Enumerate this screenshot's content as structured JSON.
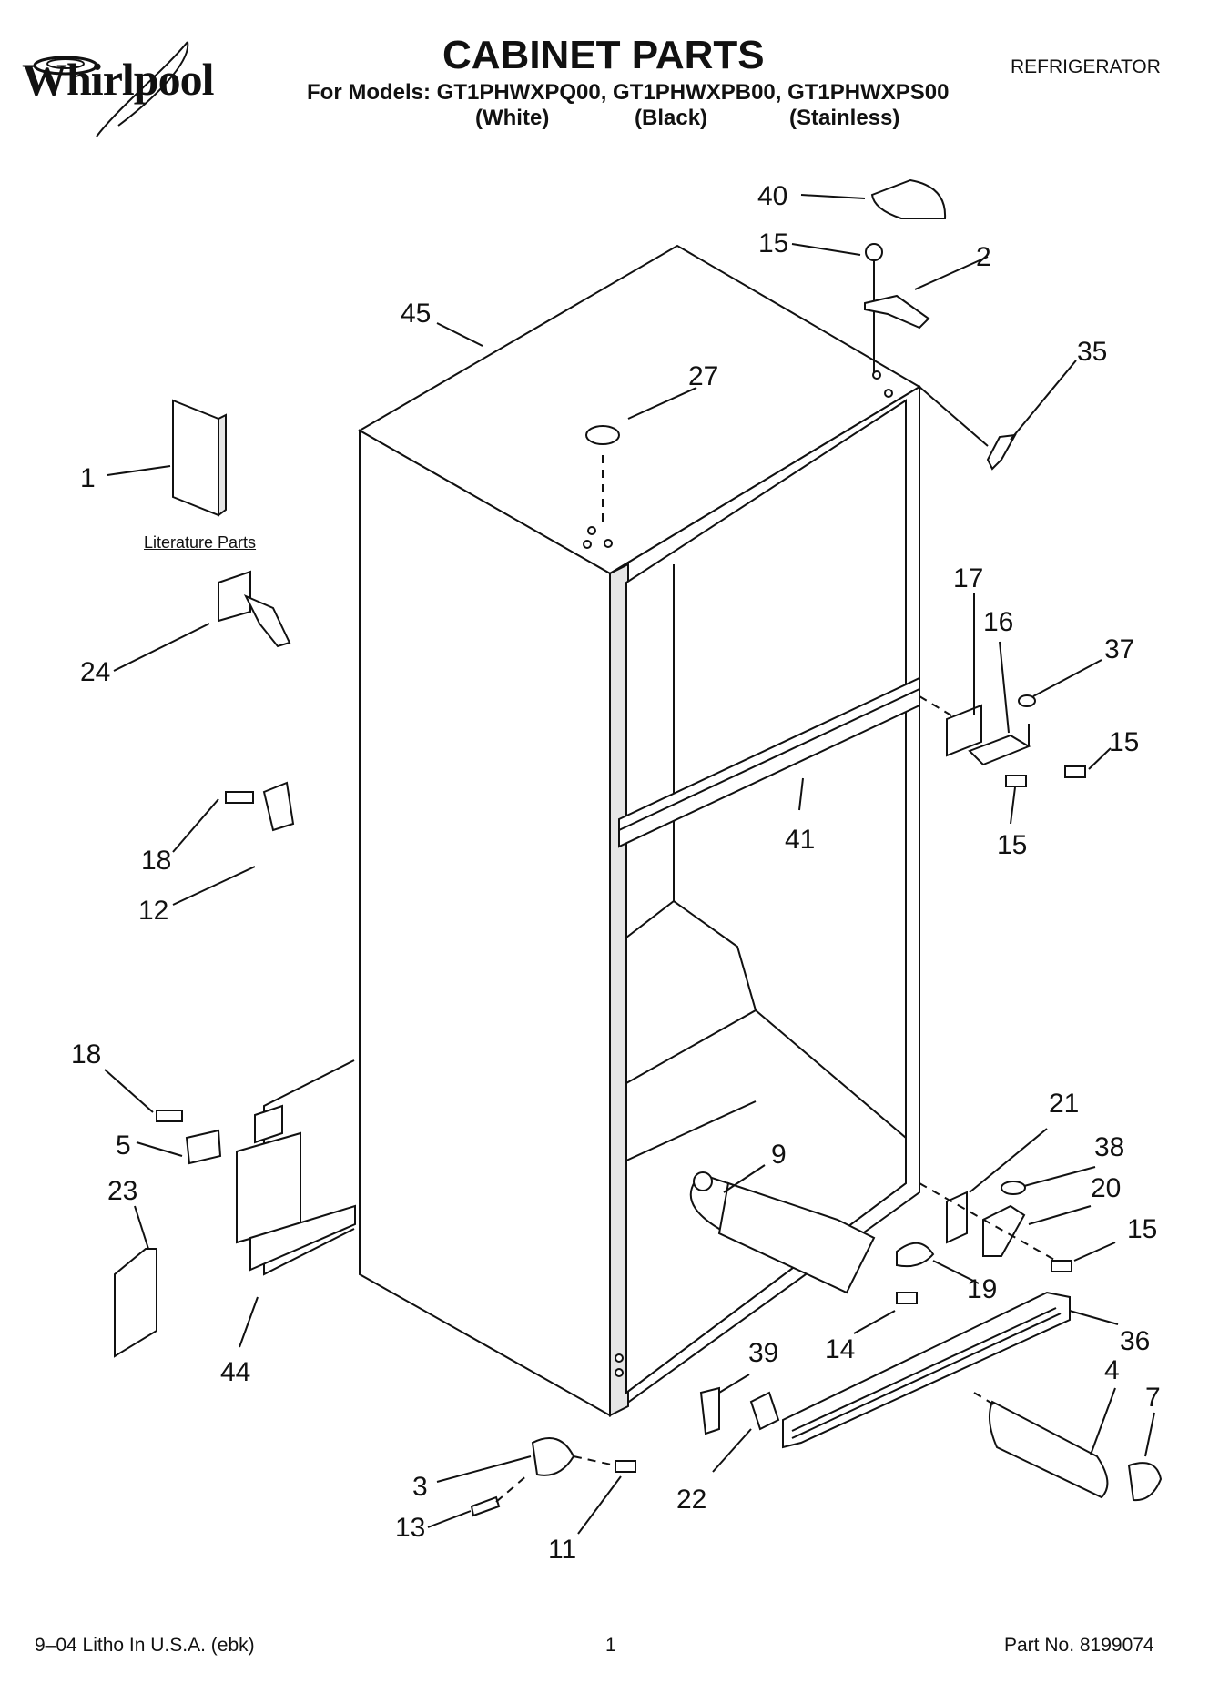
{
  "brand": {
    "logo_text": "Whirlpool"
  },
  "header": {
    "title": "CABINET PARTS",
    "subtitle": "For Models: GT1PHWXPQ00, GT1PHWXPB00, GT1PHWXPS00",
    "variants": [
      "(White)",
      "(Black)",
      "(Stainless)"
    ],
    "category": "REFRIGERATOR"
  },
  "diagram": {
    "literature_label": "Literature Parts",
    "callouts": {
      "c1": "1",
      "c2": "2",
      "c3": "3",
      "c4": "4",
      "c5": "5",
      "c7": "7",
      "c9": "9",
      "c11": "11",
      "c12": "12",
      "c13": "13",
      "c14": "14",
      "c15a": "15",
      "c15b": "15",
      "c15c": "15",
      "c15d": "15",
      "c16": "16",
      "c17": "17",
      "c18a": "18",
      "c18b": "18",
      "c19": "19",
      "c20": "20",
      "c21": "21",
      "c22": "22",
      "c23": "23",
      "c24": "24",
      "c27": "27",
      "c35": "35",
      "c36": "36",
      "c37": "37",
      "c38": "38",
      "c39": "39",
      "c40": "40",
      "c41": "41",
      "c44": "44",
      "c45": "45"
    }
  },
  "footer": {
    "left": "9–04 Litho In U.S.A. (ebk)",
    "page": "1",
    "part_no": "Part No. 8199074"
  }
}
